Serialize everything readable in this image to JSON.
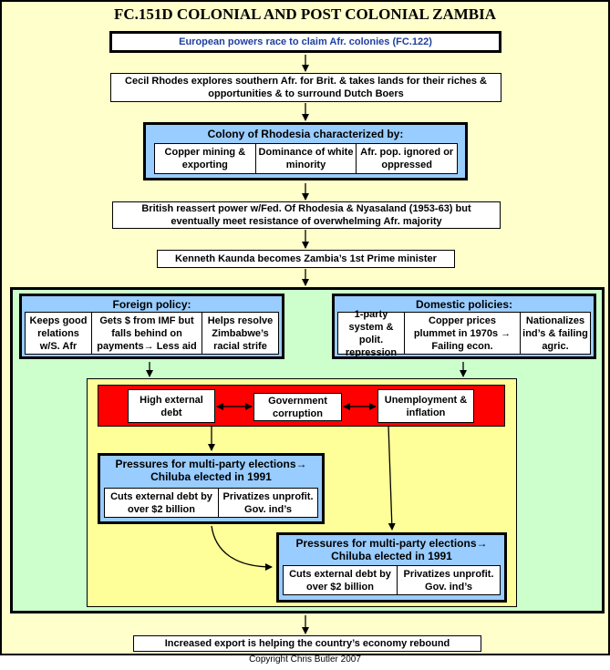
{
  "title": "FC.151D COLONIAL AND POST COLONIAL ZAMBIA",
  "top_box": "European powers race to claim Afr. colonies  (FC.122)",
  "rhodes_box": "Cecil Rhodes explores southern Afr. for Brit. & takes lands for their riches & opportunities & to surround Dutch Boers",
  "rhodesia": {
    "title": "Colony of Rhodesia characterized by:",
    "cells": [
      "Copper mining & exporting",
      "Dominance of white minority",
      "Afr. pop. ignored or oppressed"
    ]
  },
  "british_box": "British reassert power w/Fed. Of Rhodesia & Nyasaland (1953-63) but eventually meet resistance of overwhelming Afr. majority",
  "kaunda_box": "Kenneth Kaunda becomes Zambia’s 1st Prime minister",
  "foreign": {
    "title": "Foreign policy:",
    "cells": [
      "Keeps good relations w/S. Afr",
      "Gets $ from IMF but falls behind  on payments→ Less aid",
      "Helps resolve Zimbabwe’s racial strife"
    ]
  },
  "domestic": {
    "title": "Domestic policies:",
    "cells": [
      "1-party system & polit. repression",
      "Copper prices plummet in 1970s → Failing econ.",
      "Nationalizes ind’s & failing agric."
    ]
  },
  "red_bar": {
    "left": "High external debt",
    "center": "Government corruption",
    "right": "Unemployment & inflation"
  },
  "pressures1": {
    "title": "Pressures for multi-party elections→ Chiluba elected in 1991",
    "cells": [
      "Cuts external debt by over $2 billion",
      "Privatizes unprofit. Gov. ind’s"
    ]
  },
  "pressures2": {
    "title": "Pressures for multi-party elections→ Chiluba elected in 1991",
    "cells": [
      "Cuts external debt by over $2 billion",
      "Privatizes unprofit. Gov. ind’s"
    ]
  },
  "bottom_box": "Increased export is helping the country’s economy rebound",
  "footer": "Copyright Chris Butler 2007"
}
